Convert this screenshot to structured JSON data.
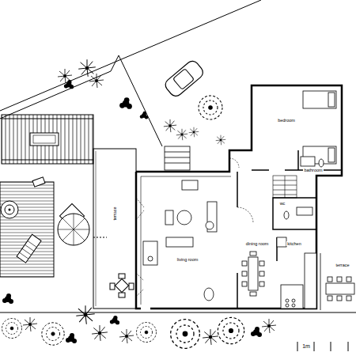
{
  "diagram": {
    "labels": [
      "bedroom",
      "bathroom",
      "wc",
      "terrace",
      "living room",
      "dining room",
      "kitchen",
      "terrace",
      "1m"
    ]
  }
}
